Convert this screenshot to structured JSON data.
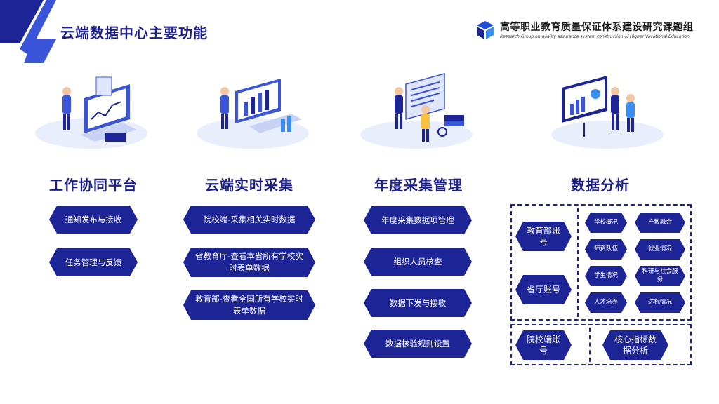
{
  "header": {
    "title": "云端数据中心主要功能",
    "org_name_cn": "高等职业教育质量保证体系建设研究课题组",
    "org_name_en": "Research Group on quality assurance system construction of Higher Vocational Education"
  },
  "colors": {
    "primary": "#1d2496",
    "accent": "#3a55d9",
    "light": "#dfe6fb"
  },
  "columns": [
    {
      "title": "工作协同平台",
      "illustration": "analyst-dashboard-illustration",
      "items": [
        "通知发布与接收",
        "任务管理与反馈"
      ]
    },
    {
      "title": "云端实时采集",
      "illustration": "data-monitor-illustration",
      "items": [
        "院校端-采集相关实时数据",
        "省教育厅-查看本省所有学校实时表单数据",
        "教育部-查看全国所有学校实时表单数据"
      ]
    },
    {
      "title": "年度采集管理",
      "illustration": "document-review-illustration",
      "items": [
        "年度采集数据项管理",
        "组织人员核查",
        "数据下发与接收",
        "数据核验规则设置"
      ]
    },
    {
      "title": "数据分析",
      "illustration": "presentation-analysis-illustration",
      "accounts": [
        "教育部账号",
        "省厅账号",
        "院校端账号"
      ],
      "left_grid": [
        "学校概况",
        "师资队伍",
        "学生情况",
        "人才培养"
      ],
      "right_grid": [
        "产教融合",
        "就业情况",
        "科研与社会服务",
        "达标情况"
      ],
      "core": "核心指标数据分析"
    }
  ]
}
